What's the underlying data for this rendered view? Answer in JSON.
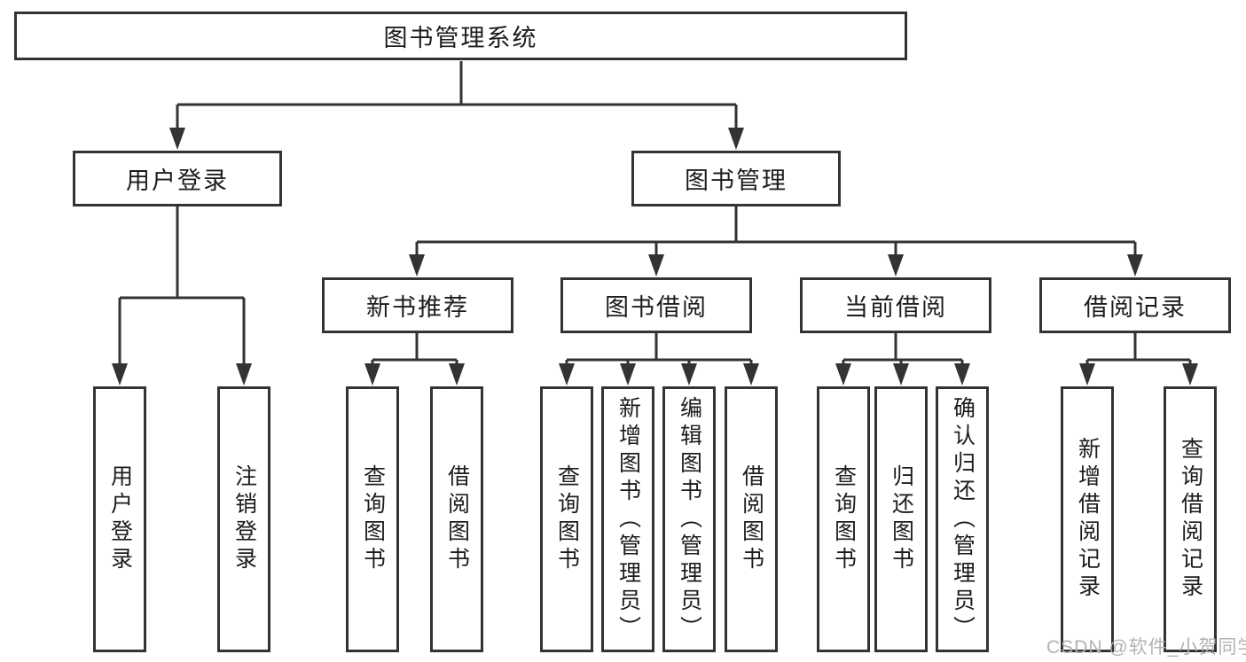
{
  "diagram": {
    "root": "图书管理系统",
    "branches": [
      {
        "label": "用户登录",
        "children": [
          "用户登录",
          "注销登录"
        ]
      },
      {
        "label": "图书管理",
        "groups": [
          {
            "label": "新书推荐",
            "children": [
              "查询图书",
              "借阅图书"
            ]
          },
          {
            "label": "图书借阅",
            "children": [
              "查询图书",
              "新增图书（管理员）",
              "编辑图书（管理员）",
              "借阅图书"
            ]
          },
          {
            "label": "当前借阅",
            "children": [
              "查询图书",
              "归还图书",
              "确认归还（管理员）"
            ]
          },
          {
            "label": "借阅记录",
            "children": [
              "新增借阅记录",
              "查询借阅记录"
            ]
          }
        ]
      }
    ]
  },
  "watermark": {
    "text": "CSDN @软件_小贺同学"
  },
  "colors": {
    "line": "#333333",
    "text": "#1c1c1c",
    "background": "#ffffff",
    "watermark": "#b3b3b3"
  }
}
